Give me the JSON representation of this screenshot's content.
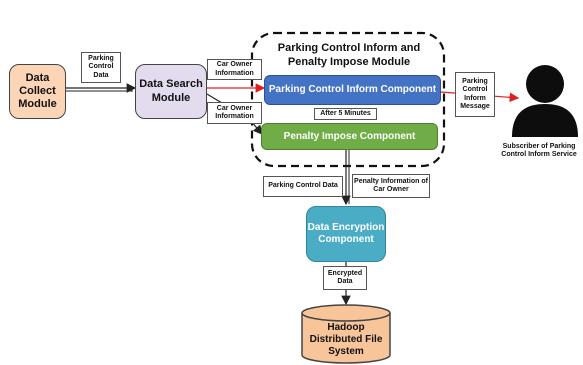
{
  "module": {
    "title": "Parking Control Inform and Penalty Impose Module"
  },
  "nodes": {
    "collect": "Data Collect Module",
    "search": "Data Search Module",
    "inform": "Parking Control Inform Component",
    "penalty": "Penalty Impose Component",
    "encrypt": "Data Encryption Component",
    "hdfs": "Hadoop Distributed File System",
    "subscriber": "Subscriber of Parking Control Inform Service"
  },
  "edge_labels": {
    "parking_control_data_1": "Parking Control Data",
    "car_owner_info_1": "Car Owner Information",
    "car_owner_info_2": "Car Owner Information",
    "after_5_min": "After 5 Minutes",
    "inform_message": "Parking Control Inform Message",
    "parking_control_data_2": "Parking Control Data",
    "penalty_information": "Penalty Information of Car Owner",
    "encrypted_data": "Encrypted Data"
  },
  "colors": {
    "collect_fill": "#FBD5B5",
    "search_fill": "#E2DCEE",
    "inform_fill": "#4472C4",
    "penalty_fill": "#70AD47",
    "encrypt_fill": "#4BACC6",
    "hdfs_fill": "#F8C49A",
    "red_arrow": "#E02020"
  }
}
